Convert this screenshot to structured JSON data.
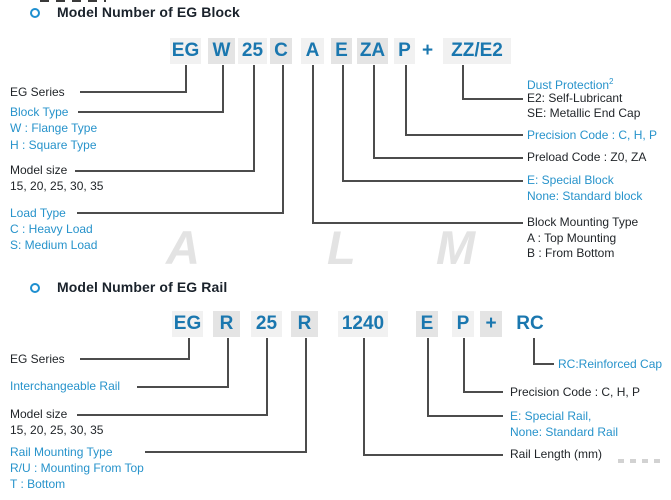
{
  "colors": {
    "model-blue": "#1a77af",
    "label-blue": "#2793cb",
    "text-dark": "#1f2327",
    "title-dark": "#1a222b",
    "tile-light": "#f1f1f1",
    "tile-dark": "#e4e4e4",
    "line-gray": "#4c4c4c",
    "bullet-blue": "#1e8fd0",
    "watermark-gray": "#e3e3e3"
  },
  "block": {
    "title": "Model Number of EG Block",
    "segments": [
      "EG",
      "W",
      "25",
      "C",
      "A",
      "E",
      "ZA",
      "P",
      "+",
      "ZZ/E2"
    ],
    "labels": {
      "eg_series": "EG Series",
      "block_type": "Block Type",
      "block_type_w": "W : Flange Type",
      "block_type_h": "H : Square Type",
      "model_size": "Model size",
      "model_size_values": "15, 20, 25, 30, 35",
      "load_type": "Load Type",
      "load_type_c": "C : Heavy Load",
      "load_type_s": "S: Medium Load",
      "dust_protection": "Dust Protection",
      "dust_protection_sup": "2",
      "dust_e2": "E2: Self-Lubricant",
      "dust_se": "SE: Metallic End Cap",
      "precision": "Precision Code : C, H, P",
      "preload": "Preload Code : Z0, ZA",
      "special_e": "E: Special Block",
      "special_none": "None: Standard block",
      "mounting": "Block Mounting Type",
      "mounting_a": "A : Top Mounting",
      "mounting_b": "B : From Bottom"
    }
  },
  "rail": {
    "title": "Model Number of EG Rail",
    "segments": [
      "EG",
      "R",
      "25",
      "R",
      "1240",
      "E",
      "P",
      "+",
      "RC"
    ],
    "labels": {
      "eg_series": "EG Series",
      "interchangeable": "Interchangeable Rail",
      "model_size": "Model size",
      "model_size_values": "15, 20, 25, 30, 35",
      "rail_mounting": "Rail Mounting Type",
      "rail_mounting_ru": "R/U : Mounting From Top",
      "rail_mounting_t": "T : Bottom",
      "rc": "RC:Reinforced Cap",
      "precision": "Precision Code : C, H, P",
      "special_e": "E: Special Rail,",
      "special_none": "None: Standard Rail",
      "rail_length": "Rail Length (mm)"
    }
  },
  "watermark": {
    "letters": [
      "A",
      "L",
      "M"
    ]
  }
}
